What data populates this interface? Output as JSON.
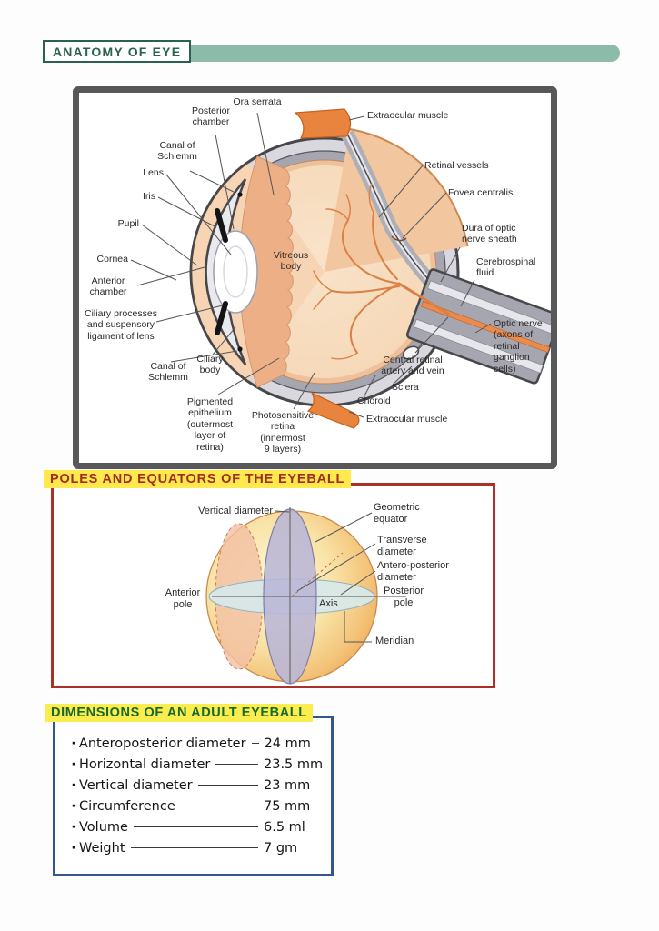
{
  "header": {
    "title": "ANATOMY OF EYE"
  },
  "colors": {
    "teal_bar": "#8dbbaa",
    "teal_dark": "#2b6150",
    "frame_gray": "#58585a",
    "red_border": "#a93127",
    "red_title": "#a32b20",
    "yellow_highlight": "#ffe94d",
    "blue_border": "#33568e",
    "green_title": "#19692f",
    "muscle_orange": "#e8843d",
    "vessel_orange": "#db8045",
    "sclera_gray": "#d8d8de",
    "choroid_gray": "#a6a6b0",
    "vitreous_peach": "#f9e3ca"
  },
  "sections": {
    "eye": {
      "labels": [
        {
          "text": "Ora serrata"
        },
        {
          "text": "Posterior\nchamber"
        },
        {
          "text": "Canal of\nSchlemm"
        },
        {
          "text": "Lens"
        },
        {
          "text": "Iris"
        },
        {
          "text": "Pupil"
        },
        {
          "text": "Cornea"
        },
        {
          "text": "Anterior\nchamber"
        },
        {
          "text": "Ciliary processes\nand suspensory\nligament of lens"
        },
        {
          "text": "Canal of\nSchlemm"
        },
        {
          "text": "Ciliary\nbody"
        },
        {
          "text": "Pigmented\nepithelium\n(outermost\nlayer of\nretina)"
        },
        {
          "text": "Photosensitive\nretina\n(innermost\n9 layers)"
        },
        {
          "text": "Extraocular muscle"
        },
        {
          "text": "Retinal vessels"
        },
        {
          "text": "Fovea centralis"
        },
        {
          "text": "Dura of optic\nnerve sheath"
        },
        {
          "text": "Cerebrospinal\nfluid"
        },
        {
          "text": "Optic nerve\n(axons of\nretinal\nganglion\ncells)"
        },
        {
          "text": "Central retinal\nartery and vein"
        },
        {
          "text": "Sclera"
        },
        {
          "text": "Choroid"
        },
        {
          "text": "Extraocular muscle"
        },
        {
          "text": "Vitreous\nbody"
        }
      ]
    },
    "poles": {
      "title": "POLES AND EQUATORS OF THE EYEBALL",
      "labels": [
        {
          "text": "Vertical diameter"
        },
        {
          "text": "Geometric\nequator"
        },
        {
          "text": "Transverse\ndiameter"
        },
        {
          "text": "Antero-posterior\ndiameter"
        },
        {
          "text": "Posterior\npole"
        },
        {
          "text": "Anterior\npole"
        },
        {
          "text": "Axis"
        },
        {
          "text": "Meridian"
        }
      ]
    },
    "dimensions": {
      "title": "DIMENSIONS OF AN ADULT EYEBALL",
      "bullet": "·",
      "rows": [
        {
          "label": "Anteroposterior diameter",
          "value": "24 mm"
        },
        {
          "label": "Horizontal diameter",
          "value": "23.5 mm"
        },
        {
          "label": "Vertical diameter",
          "value": "23 mm"
        },
        {
          "label": "Circumference",
          "value": "75 mm"
        },
        {
          "label": "Volume",
          "value": "6.5 ml"
        },
        {
          "label": "Weight",
          "value": "7 gm"
        }
      ]
    }
  }
}
